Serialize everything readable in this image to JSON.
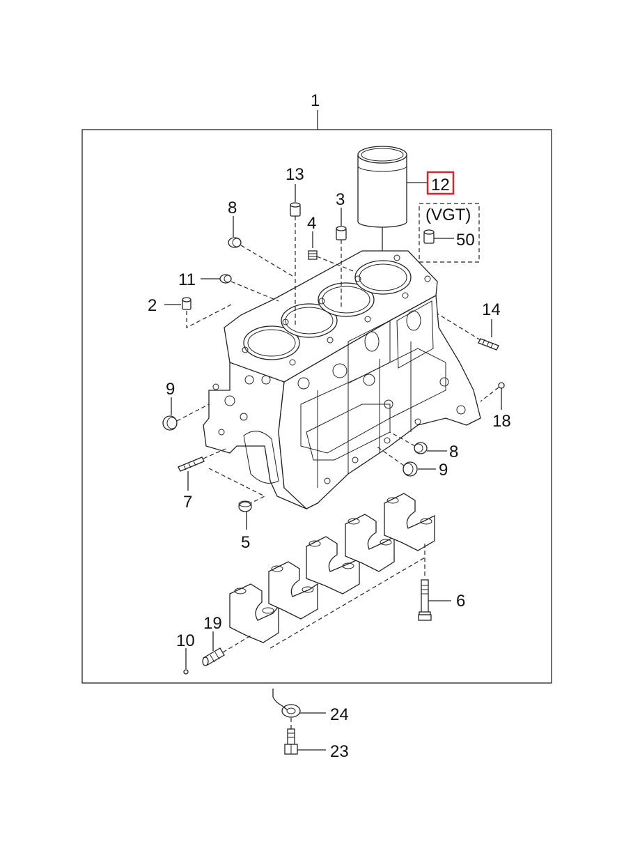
{
  "diagram": {
    "callouts": [
      {
        "id": "c1",
        "text": "1"
      },
      {
        "id": "c2",
        "text": "2"
      },
      {
        "id": "c3",
        "text": "3"
      },
      {
        "id": "c4",
        "text": "4"
      },
      {
        "id": "c5",
        "text": "5"
      },
      {
        "id": "c6",
        "text": "6"
      },
      {
        "id": "c7",
        "text": "7"
      },
      {
        "id": "c8a",
        "text": "8"
      },
      {
        "id": "c8b",
        "text": "8"
      },
      {
        "id": "c9a",
        "text": "9"
      },
      {
        "id": "c9b",
        "text": "9"
      },
      {
        "id": "c10",
        "text": "10"
      },
      {
        "id": "c11",
        "text": "11"
      },
      {
        "id": "c12",
        "text": "12"
      },
      {
        "id": "c13",
        "text": "13"
      },
      {
        "id": "c14",
        "text": "14"
      },
      {
        "id": "c18",
        "text": "18"
      },
      {
        "id": "c19",
        "text": "19"
      },
      {
        "id": "c23",
        "text": "23"
      },
      {
        "id": "c24",
        "text": "24"
      },
      {
        "id": "c50",
        "text": "50"
      }
    ],
    "vgt_label": "(VGT)",
    "highlight_color": "#d9242a"
  }
}
